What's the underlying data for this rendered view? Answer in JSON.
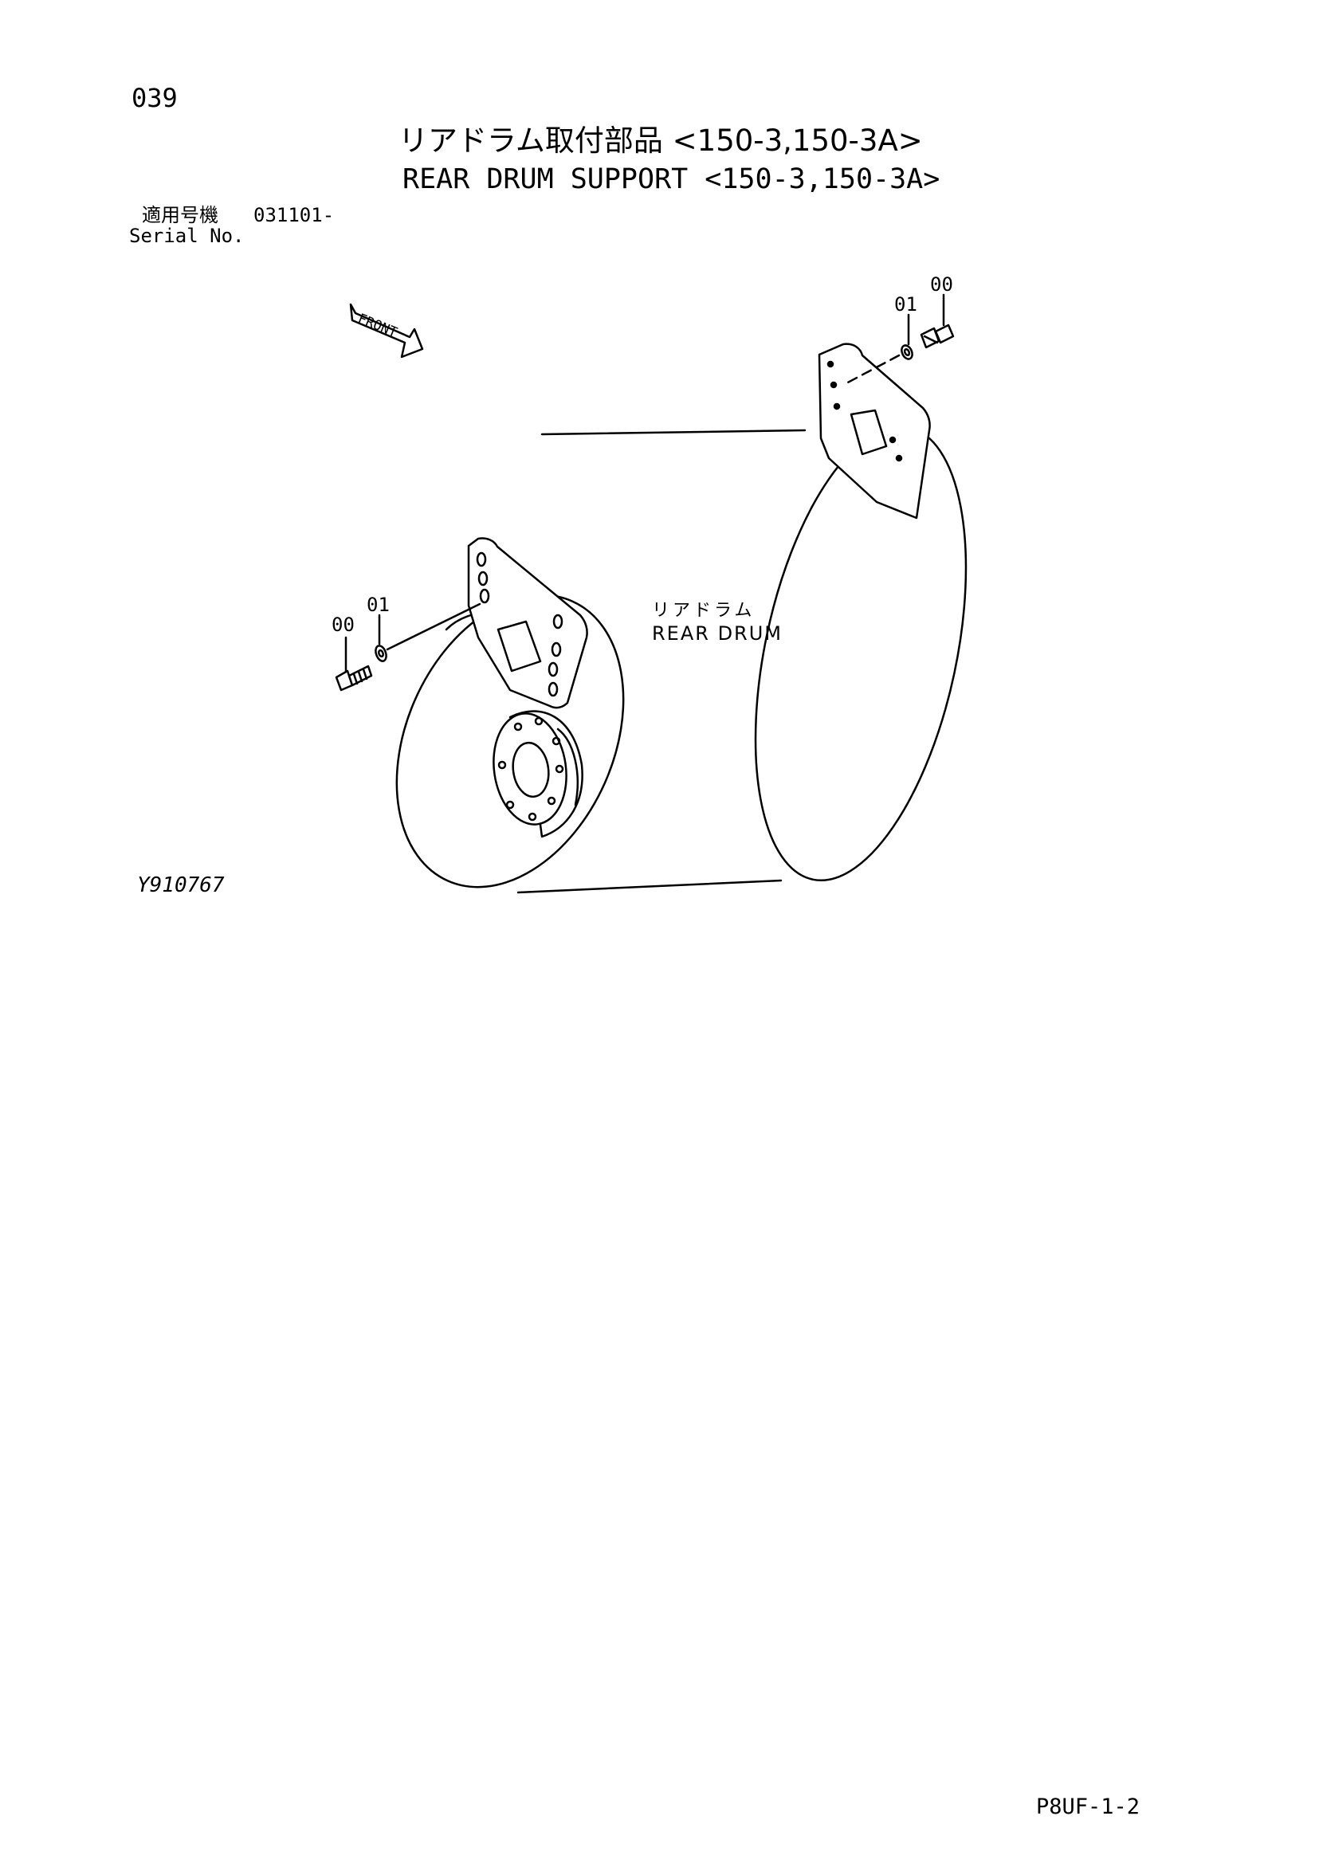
{
  "header": {
    "page_number": "039",
    "title_jp": "リアドラム取付部品 <150-3,150-3A>",
    "title_en": "REAR DRUM SUPPORT <150-3,150-3A>"
  },
  "serial": {
    "label_jp": "適用号機",
    "number": "031101-",
    "label_en": "Serial No."
  },
  "diagram": {
    "front_label": "FRONT",
    "part_labels": {
      "right_top_00": "00",
      "right_top_01": "01",
      "left_00": "00",
      "left_01": "01"
    },
    "component_label_jp": "リアドラム",
    "component_label_en": "REAR DRUM"
  },
  "footer": {
    "drawing_id": "Y910767",
    "page_code": "P8UF-1-2"
  }
}
